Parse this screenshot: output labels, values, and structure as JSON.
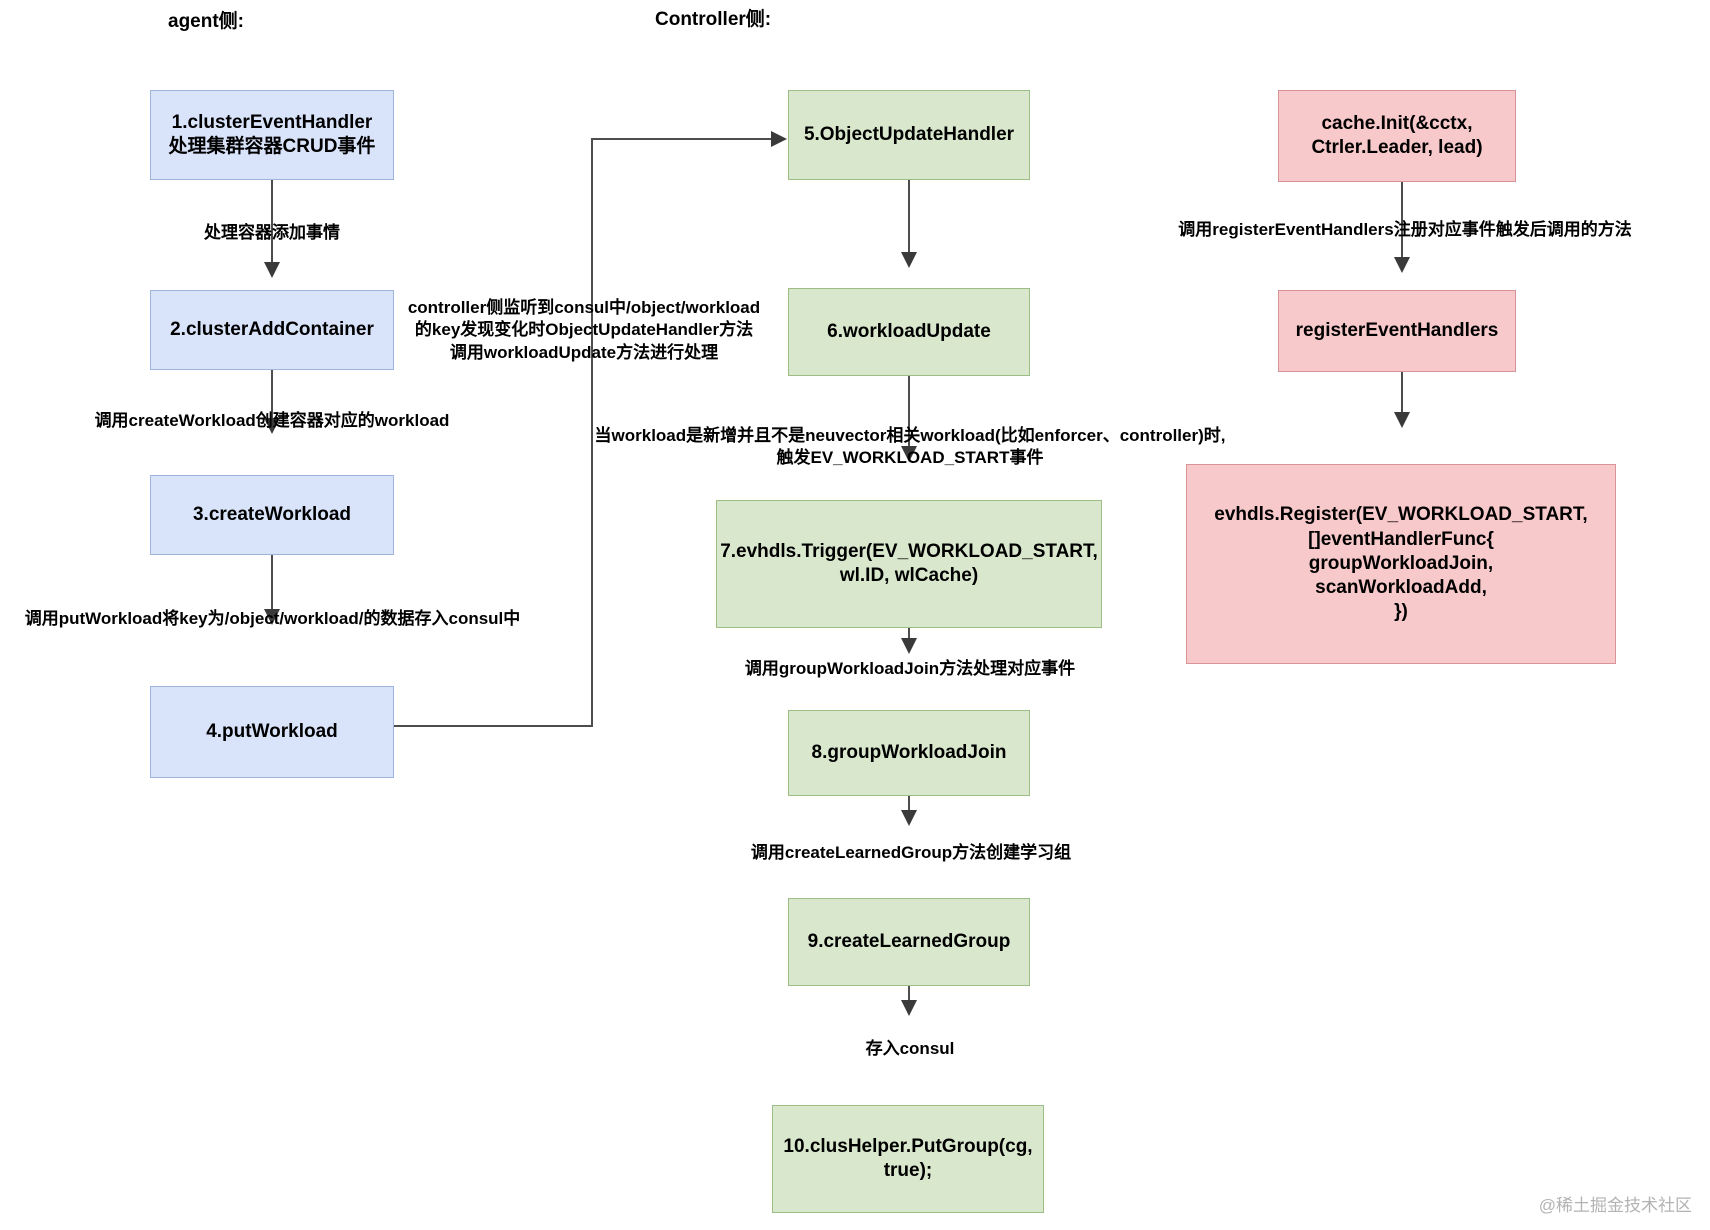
{
  "diagram": {
    "columns": [
      {
        "id": "agent",
        "title": "agent侧:"
      },
      {
        "id": "controller",
        "title": "Controller侧:"
      }
    ],
    "nodes": [
      {
        "id": "n1",
        "label": "1.clusterEventHandler\n处理集群容器CRUD事件",
        "color": "blue"
      },
      {
        "id": "n2",
        "label": "2.clusterAddContainer",
        "color": "blue"
      },
      {
        "id": "n3",
        "label": "3.createWorkload",
        "color": "blue"
      },
      {
        "id": "n4",
        "label": "4.putWorkload",
        "color": "blue"
      },
      {
        "id": "n5",
        "label": "5.ObjectUpdateHandler",
        "color": "green"
      },
      {
        "id": "n6",
        "label": "6.workloadUpdate",
        "color": "green"
      },
      {
        "id": "n7",
        "label": "7.evhdls.Trigger(EV_WORKLOAD_START,\nwl.ID, wlCache)",
        "color": "green"
      },
      {
        "id": "n8",
        "label": "8.groupWorkloadJoin",
        "color": "green"
      },
      {
        "id": "n9",
        "label": "9.createLearnedGroup",
        "color": "green"
      },
      {
        "id": "n10",
        "label": "10.clusHelper.PutGroup(cg,\ntrue);",
        "color": "green"
      },
      {
        "id": "n11",
        "label": "cache.Init(&cctx,\nCtrler.Leader, lead)",
        "color": "pink"
      },
      {
        "id": "n12",
        "label": "registerEventHandlers",
        "color": "pink"
      },
      {
        "id": "n13",
        "label": "evhdls.Register(EV_WORKLOAD_START,\n[]eventHandlerFunc{\ngroupWorkloadJoin,\nscanWorkloadAdd,\n})",
        "color": "pink"
      }
    ],
    "edge_labels": [
      {
        "id": "e1",
        "text": "处理容器添加事情"
      },
      {
        "id": "e2",
        "text": "调用createWorkload创建容器对应的workload"
      },
      {
        "id": "e3",
        "text": "调用putWorkload将key为/object/workload/的数据存入consul中"
      },
      {
        "id": "e4",
        "text": "controller侧监听到consul中/object/workload\n的key发现变化时ObjectUpdateHandler方法\n调用workloadUpdate方法进行处理"
      },
      {
        "id": "e5",
        "text": "当workload是新增并且不是neuvector相关workload(比如enforcer、controller)时,\n触发EV_WORKLOAD_START事件"
      },
      {
        "id": "e6",
        "text": "调用groupWorkloadJoin方法处理对应事件"
      },
      {
        "id": "e7",
        "text": "调用createLearnedGroup方法创建学习组"
      },
      {
        "id": "e8",
        "text": "存入consul"
      },
      {
        "id": "e9",
        "text": "调用registerEventHandlers注册对应事件触发后调用的方法"
      }
    ],
    "watermark": "@稀土掘金技术社区",
    "colors": {
      "blue_fill": "#d9e4fb",
      "blue_stroke": "#9eb4d8",
      "green_fill": "#d9e8cd",
      "green_stroke": "#9cbd85",
      "pink_fill": "#f8c9ca",
      "pink_stroke": "#d79496",
      "line": "#4d4d4d",
      "text": "#000000"
    }
  }
}
